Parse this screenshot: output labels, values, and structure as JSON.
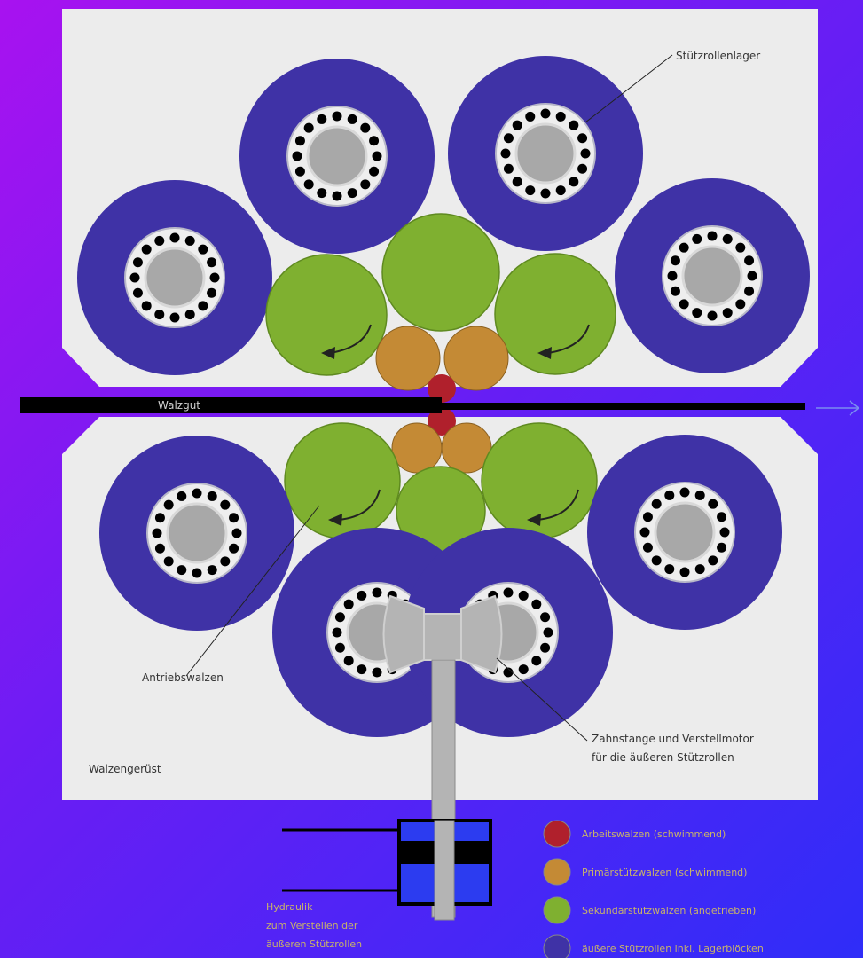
{
  "colors": {
    "background_start": "#a812f0",
    "background_end": "#2f2df8",
    "frame": "#ececec",
    "backup_outer": "#3f32a6",
    "bearing_inner": "#a8a8a8",
    "drive_roll": "#7fb030",
    "intermediate_roll": "#c48a35",
    "work_roll": "#b0202c",
    "strip": "#000000"
  },
  "labels": {
    "walzgut": "Walzgut",
    "stuetzrollenlager": "Stützrollenlager",
    "antriebswalzen": "Antriebswalzen",
    "walzengeruest": "Walzengerüst",
    "zahnstange_line1": "Zahnstange und Verstellmotor",
    "zahnstange_line2": "für die äußeren Stützrollen",
    "hydraulik_line1": "Hydraulik",
    "hydraulik_line2": "zum Verstellen der",
    "hydraulik_line3": "äußeren Stützrollen"
  },
  "legend": [
    {
      "label": "Arbeitswalzen (schwimmend)",
      "color": "#b0202c"
    },
    {
      "label": "Primärstützwalzen (schwimmend)",
      "color": "#c48a35"
    },
    {
      "label": "Sekundärstützwalzen (angetrieben)",
      "color": "#7fb030"
    },
    {
      "label": "äußere Stützrollen inkl. Lagerblöcken",
      "color": "#3f32a6"
    }
  ]
}
